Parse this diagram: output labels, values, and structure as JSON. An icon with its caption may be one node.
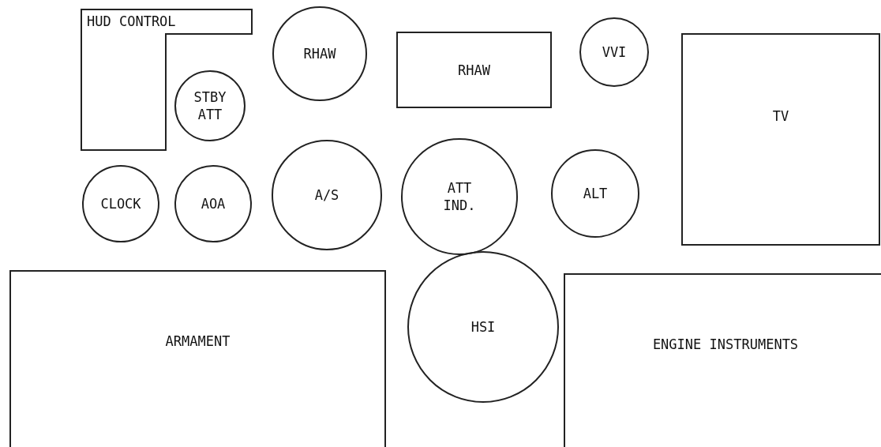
{
  "diagram": {
    "nodes": [
      {
        "text": [
          "HUD CONTROL"
        ]
      },
      {
        "text": [
          "RHAW"
        ]
      },
      {
        "text": [
          "RHAW"
        ]
      },
      {
        "text": [
          "VVI"
        ]
      },
      {
        "text": [
          "TV"
        ]
      },
      {
        "text": [
          "STBY ATT"
        ]
      },
      {
        "text": [
          "CLOCK"
        ]
      },
      {
        "text": [
          "AOA"
        ]
      },
      {
        "text": [
          "A/S"
        ]
      },
      {
        "text": [
          "ATT IND."
        ]
      },
      {
        "text": [
          "ALT"
        ]
      },
      {
        "text": [
          "ARMAMENT"
        ]
      },
      {
        "text": [
          "HSI"
        ]
      },
      {
        "text": [
          "ENGINE INSTRUMENTS"
        ]
      }
    ],
    "edges": []
  }
}
